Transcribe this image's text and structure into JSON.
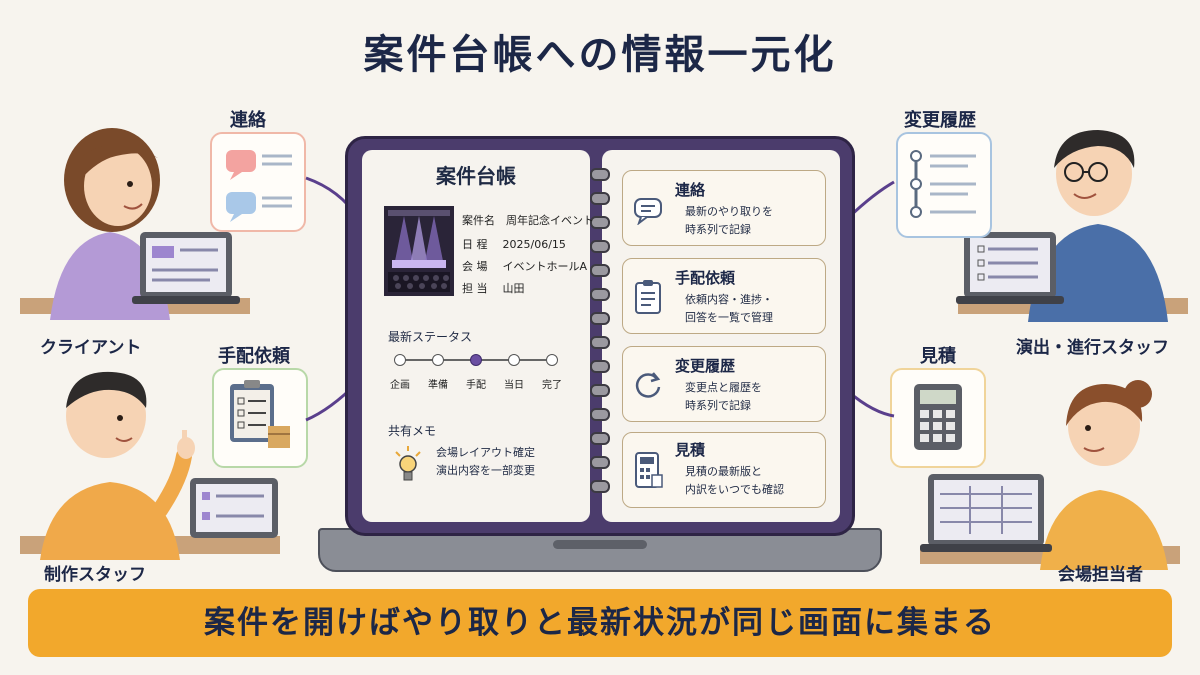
{
  "title": "案件台帳への情報一元化",
  "people": {
    "client": "クライアント",
    "production_staff": "制作スタッフ",
    "event_staff": "演出・進行スタッフ",
    "venue_staff": "会場担当者"
  },
  "side_boxes": {
    "contact": "連絡",
    "arrangement": "手配依頼",
    "change_history": "変更履歴",
    "estimate": "見積"
  },
  "ledger": {
    "title": "案件台帳",
    "fields": [
      {
        "key": "案件名",
        "value": "周年記念イベント"
      },
      {
        "key": "日 程",
        "value": "2025/06/15"
      },
      {
        "key": "会 場",
        "value": "イベントホールA"
      },
      {
        "key": "担 当",
        "value": "山田"
      }
    ],
    "status_heading": "最新ステータス",
    "status_steps": [
      "企画",
      "準備",
      "手配",
      "当日",
      "完了"
    ],
    "current_step_index": 2,
    "memo_heading": "共有メモ",
    "memo_lines": [
      "会場レイアウト確定",
      "演出内容を一部変更"
    ]
  },
  "cards": [
    {
      "title": "連絡",
      "lines": [
        "最新のやり取りを",
        "時系列で記録"
      ],
      "icon": "chat-bubble-icon"
    },
    {
      "title": "手配依頼",
      "lines": [
        "依頼内容・進捗・",
        "回答を一覧で管理"
      ],
      "icon": "clipboard-icon"
    },
    {
      "title": "変更履歴",
      "lines": [
        "変更点と履歴を",
        "時系列で記録"
      ],
      "icon": "refresh-icon"
    },
    {
      "title": "見積",
      "lines": [
        "見積の最新版と",
        "内訳をいつでも確認"
      ],
      "icon": "calculator-icon"
    }
  ],
  "banner": "案件を開けばやり取りと最新状況が同じ画面に集まる",
  "colors": {
    "accent": "#f2a82c",
    "navy": "#1c2747",
    "purple": "#6b4fa2"
  }
}
